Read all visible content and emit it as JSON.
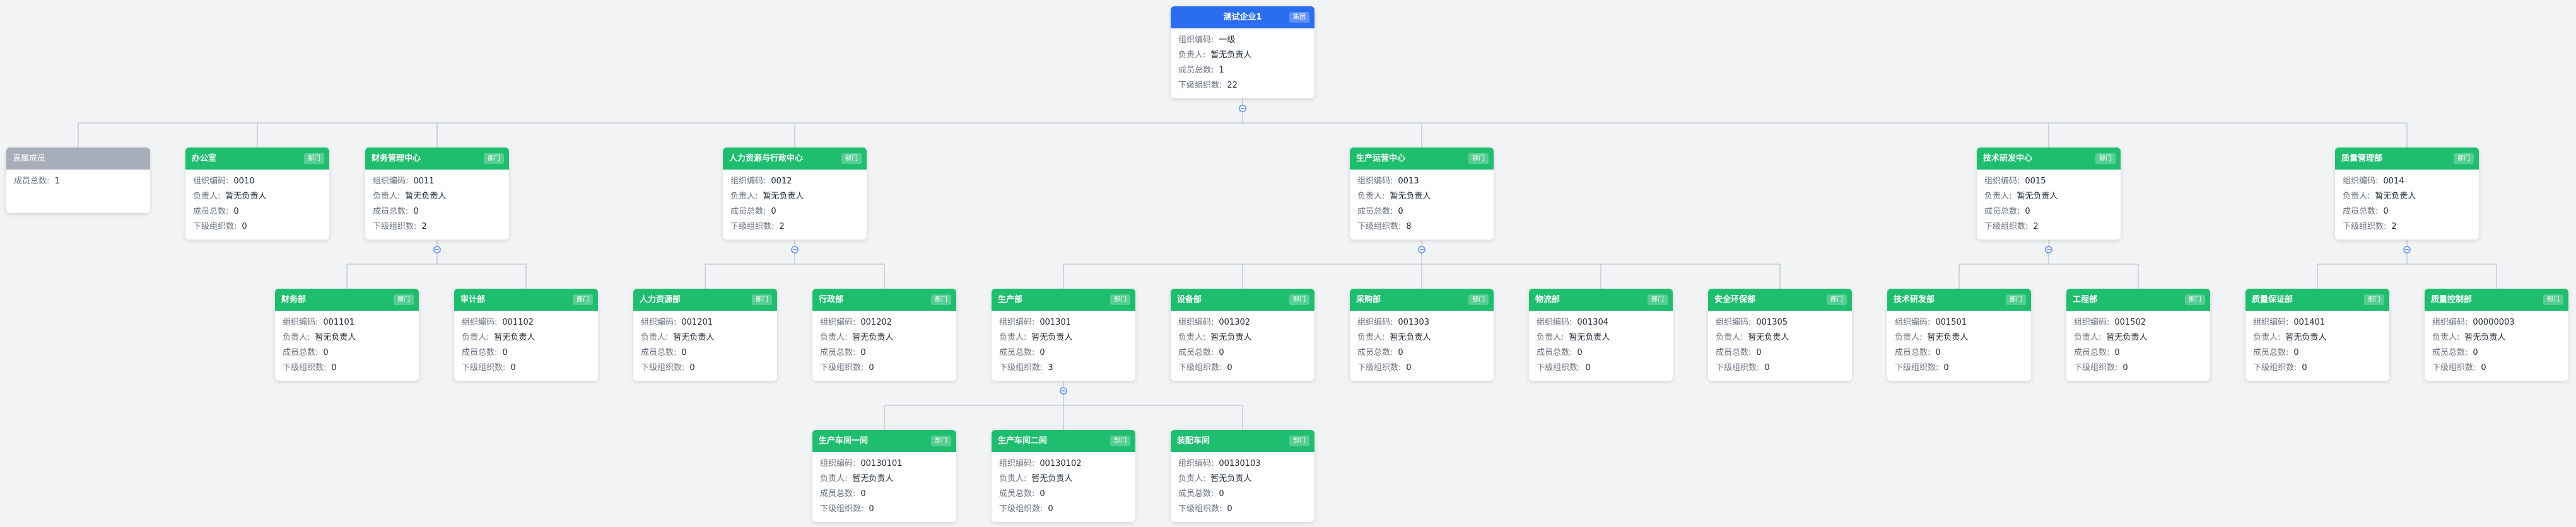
{
  "labels": {
    "code": "组织编码:",
    "leader": "负责人:",
    "members": "成员总数:",
    "children": "下级组织数:"
  },
  "root": {
    "name": "测试企业1",
    "tag": "集团",
    "code": "一级",
    "leader": "暂无负责人",
    "members": "1",
    "children": "22"
  },
  "direct_members": {
    "name": "直属成员",
    "members": "1"
  },
  "departments": [
    {
      "name": "办公室",
      "tag": "部门",
      "code": "0010",
      "leader": "暂无负责人",
      "members": "0",
      "children": "0"
    },
    {
      "name": "财务管理中心",
      "tag": "部门",
      "code": "0011",
      "leader": "暂无负责人",
      "members": "0",
      "children": "2"
    },
    {
      "name": "人力资源与行政中心",
      "tag": "部门",
      "code": "0012",
      "leader": "暂无负责人",
      "members": "0",
      "children": "2"
    },
    {
      "name": "生产运营中心",
      "tag": "部门",
      "code": "0013",
      "leader": "暂无负责人",
      "members": "0",
      "children": "8"
    },
    {
      "name": "技术研发中心",
      "tag": "部门",
      "code": "0015",
      "leader": "暂无负责人",
      "members": "0",
      "children": "2"
    },
    {
      "name": "质量管理部",
      "tag": "部门",
      "code": "0014",
      "leader": "暂无负责人",
      "members": "0",
      "children": "2"
    }
  ],
  "subdepartments": [
    {
      "name": "财务部",
      "tag": "部门",
      "code": "001101",
      "leader": "暂无负责人",
      "members": "0",
      "children": "0"
    },
    {
      "name": "审计部",
      "tag": "部门",
      "code": "001102",
      "leader": "暂无负责人",
      "members": "0",
      "children": "0"
    },
    {
      "name": "人力资源部",
      "tag": "部门",
      "code": "001201",
      "leader": "暂无负责人",
      "members": "0",
      "children": "0"
    },
    {
      "name": "行政部",
      "tag": "部门",
      "code": "001202",
      "leader": "暂无负责人",
      "members": "0",
      "children": "0"
    },
    {
      "name": "生产部",
      "tag": "部门",
      "code": "001301",
      "leader": "暂无负责人",
      "members": "0",
      "children": "3"
    },
    {
      "name": "设备部",
      "tag": "部门",
      "code": "001302",
      "leader": "暂无负责人",
      "members": "0",
      "children": "0"
    },
    {
      "name": "采购部",
      "tag": "部门",
      "code": "001303",
      "leader": "暂无负责人",
      "members": "0",
      "children": "0"
    },
    {
      "name": "物流部",
      "tag": "部门",
      "code": "001304",
      "leader": "暂无负责人",
      "members": "0",
      "children": "0"
    },
    {
      "name": "安全环保部",
      "tag": "部门",
      "code": "001305",
      "leader": "暂无负责人",
      "members": "0",
      "children": "0"
    },
    {
      "name": "技术研发部",
      "tag": "部门",
      "code": "001501",
      "leader": "暂无负责人",
      "members": "0",
      "children": "0"
    },
    {
      "name": "工程部",
      "tag": "部门",
      "code": "001502",
      "leader": "暂无负责人",
      "members": "0",
      "children": "0"
    },
    {
      "name": "质量保证部",
      "tag": "部门",
      "code": "001401",
      "leader": "暂无负责人",
      "members": "0",
      "children": "0"
    },
    {
      "name": "质量控制部",
      "tag": "部门",
      "code": "00000003",
      "leader": "暂无负责人",
      "members": "0",
      "children": "0"
    }
  ],
  "workshops": [
    {
      "name": "生产车间一间",
      "tag": "部门",
      "code": "00130101",
      "leader": "暂无负责人",
      "members": "0",
      "children": "0"
    },
    {
      "name": "生产车间二间",
      "tag": "部门",
      "code": "00130102",
      "leader": "暂无负责人",
      "members": "0",
      "children": "0"
    },
    {
      "name": "装配车间",
      "tag": "部门",
      "code": "00130103",
      "leader": "暂无负责人",
      "members": "0",
      "children": "0"
    }
  ],
  "colors": {
    "root_header": "#2b6df0",
    "dept_header": "#1fbe6f",
    "members_header": "#a8aeb9",
    "connector": "#c4c9d1",
    "toggle": "#77a2f5"
  }
}
